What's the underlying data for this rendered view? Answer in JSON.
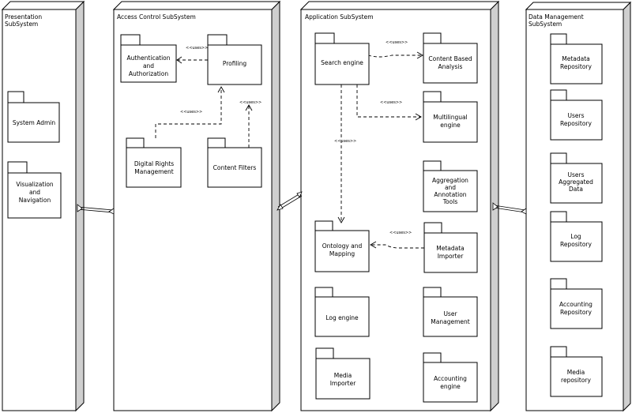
{
  "subsystems": {
    "presentation": {
      "title_lines": [
        "Presentation",
        "SubSystem"
      ]
    },
    "access": {
      "title_lines": [
        "Access Control SubSystem"
      ]
    },
    "application": {
      "title_lines": [
        "Application SubSystem"
      ]
    },
    "data": {
      "title_lines": [
        "Data Management",
        "SubSystem"
      ]
    }
  },
  "packages": {
    "system_admin": [
      "System Admin"
    ],
    "visualization": [
      "Visualization",
      "and",
      "Navigation"
    ],
    "auth": [
      "Authentication",
      "and",
      "Authorization"
    ],
    "profiling": [
      "Profiling"
    ],
    "drm": [
      "Digital Rights",
      "Management"
    ],
    "content_filters": [
      "Content Filters"
    ],
    "search_engine": [
      "Search engine"
    ],
    "content_analysis": [
      "Content Based",
      "Analysis"
    ],
    "multilingual": [
      "Multilingual",
      "engine"
    ],
    "aggregation": [
      "Aggregation",
      "and",
      "Annotation",
      "Tools"
    ],
    "ontology": [
      "Ontology and",
      "Mapping"
    ],
    "metadata_importer": [
      "Metadata",
      "Importer"
    ],
    "log_engine": [
      "Log engine"
    ],
    "user_management": [
      "User",
      "Management"
    ],
    "media_importer": [
      "Media",
      "Importer"
    ],
    "accounting_engine": [
      "Accounting",
      "engine"
    ],
    "metadata_repo": [
      "Metadata",
      "Repository"
    ],
    "users_repo": [
      "Users",
      "Repository"
    ],
    "users_aggregated": [
      "Users",
      "Aggregated",
      "Data"
    ],
    "log_repo": [
      "Log",
      "Repository"
    ],
    "accounting_repo": [
      "Accounting",
      "Repository"
    ],
    "media_repo": [
      "Media",
      "repository"
    ]
  },
  "stereotype": "<<uses>>"
}
